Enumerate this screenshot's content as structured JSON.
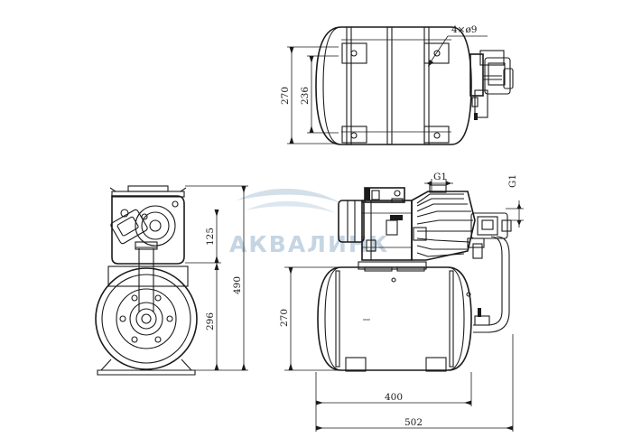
{
  "watermark": {
    "text": "АКВАЛИНК",
    "color": "#c5d5e3"
  },
  "top_view": {
    "dims": {
      "overall_height": "270",
      "inner_height": "236"
    },
    "callout": "4×ø9"
  },
  "side_view": {
    "dims": {
      "pump_height": "125",
      "tank_height": "296",
      "total_height": "490"
    }
  },
  "front_view": {
    "dims": {
      "outlet": "G1",
      "inlet": "G1",
      "tank_height": "270",
      "tank_length": "400",
      "total_length": "502"
    }
  }
}
